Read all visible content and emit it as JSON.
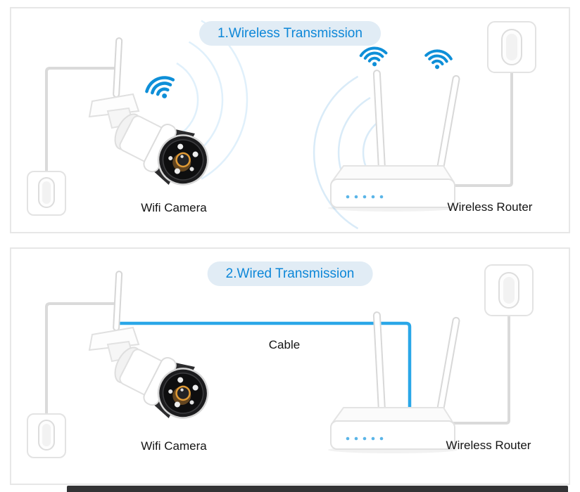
{
  "panels": [
    {
      "title": "1.Wireless Transmission",
      "camera_label": "Wifi Camera",
      "router_label": "Wireless Router"
    },
    {
      "title": "2.Wired Transmission",
      "camera_label": "Wifi Camera",
      "router_label": "Wireless Router",
      "cable_label": "Cable"
    }
  ],
  "colors": {
    "accent_blue": "#0d87d8",
    "pill_background": "#e1ecf5",
    "wifi_icon_blue": "#0e8fd8",
    "cable_gray": "#dadada",
    "cable_blue": "#2aa7e8",
    "panel_border": "#e7e7e7",
    "camera_led_orange": "#e09a35",
    "label_text": "#141414"
  },
  "icons": {
    "wifi": "wifi-waves-icon",
    "camera": "wifi-camera-illustration",
    "router": "wireless-router-illustration",
    "outlet": "wall-outlet-illustration"
  }
}
